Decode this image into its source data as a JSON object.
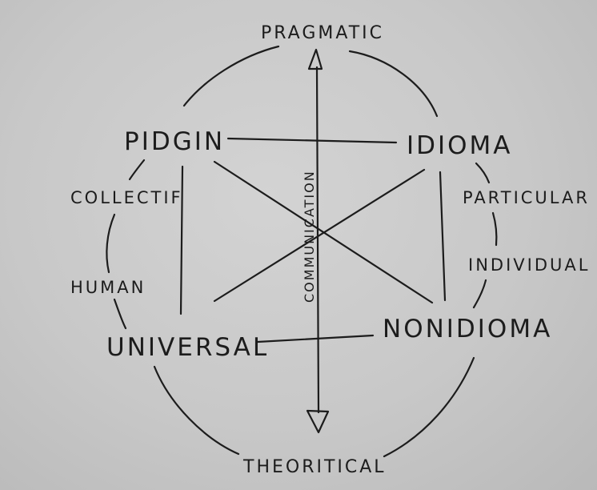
{
  "diagram": {
    "nodes": {
      "pragmatic": "PRAGMATIC",
      "theoritical": "THEORITICAL",
      "pidgin": "PIDGIN",
      "idioma": "IDIOMA",
      "universal": "UNIVERSAL",
      "nonidioma": "NONIDIOMA",
      "collectif": "COLLECTIF",
      "human": "HUMAN",
      "particular": "PARTICULAR",
      "individual": "INDIVIDUAL",
      "communication": "COMMUNICATION"
    },
    "ink_color": "#1c1c1c",
    "paper_color": "#cdcdcd"
  }
}
